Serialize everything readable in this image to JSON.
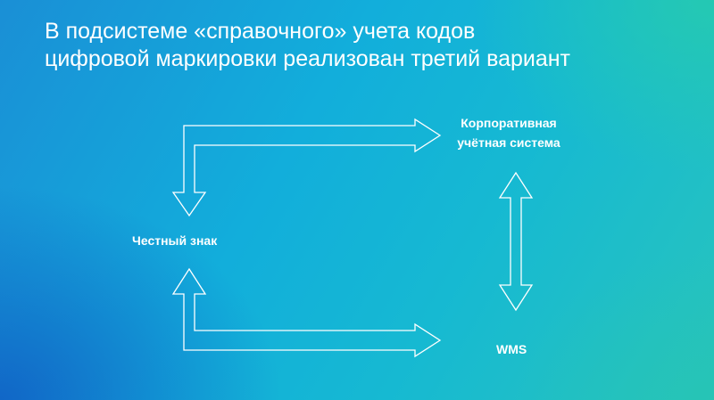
{
  "slide": {
    "title_line1": "В подсистеме «справочного» учета кодов",
    "title_line2": "цифровой маркировки реализован третий вариант"
  },
  "diagram": {
    "nodes": {
      "corporate_line1": "Корпоративная",
      "corporate_line2": "учётная система",
      "honest_sign": "Честный знак",
      "wms": "WMS"
    },
    "edges": [
      {
        "from": "Честный знак",
        "to": "Корпоративная учётная система",
        "direction": "both"
      },
      {
        "from": "Честный знак",
        "to": "WMS",
        "direction": "both"
      },
      {
        "from": "Корпоративная учётная система",
        "to": "WMS",
        "direction": "both"
      }
    ],
    "colors": {
      "arrow_stroke": "#ffffff",
      "text": "#ffffff"
    }
  }
}
